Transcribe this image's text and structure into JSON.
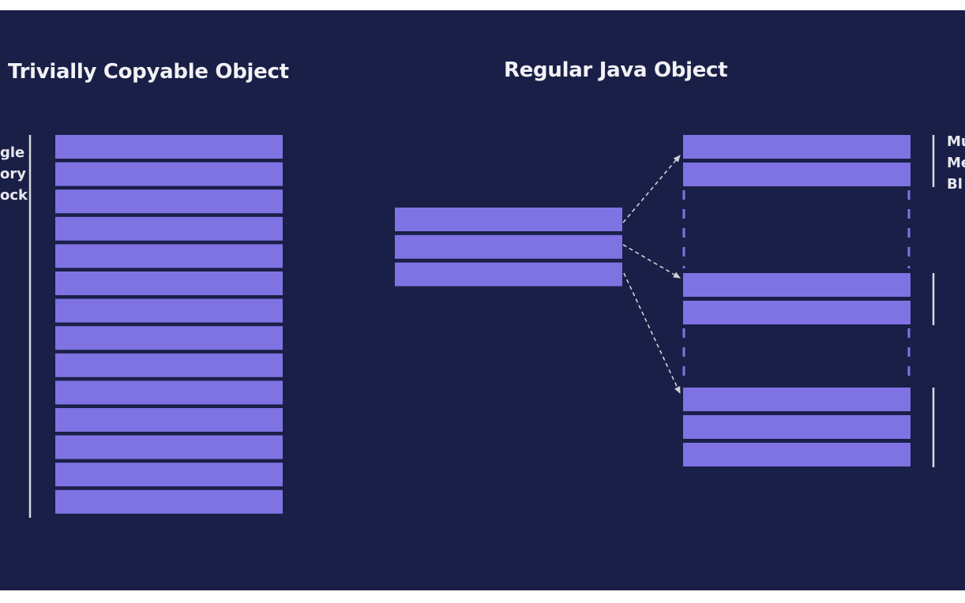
{
  "colors": {
    "background": "#1a1f47",
    "block": "#7f73e3",
    "line": "#d8d8e0",
    "arrow": "#d0d0d8"
  },
  "left": {
    "title": "Trivially Copyable Object",
    "side_label_lines": [
      "gle",
      "ory",
      "ock"
    ],
    "block_count": 14
  },
  "right": {
    "title": "Regular Java Object",
    "source_block_count": 3,
    "groups": [
      2,
      2,
      3
    ],
    "side_label_lines": [
      "Mu",
      "Me",
      "Bl"
    ]
  }
}
